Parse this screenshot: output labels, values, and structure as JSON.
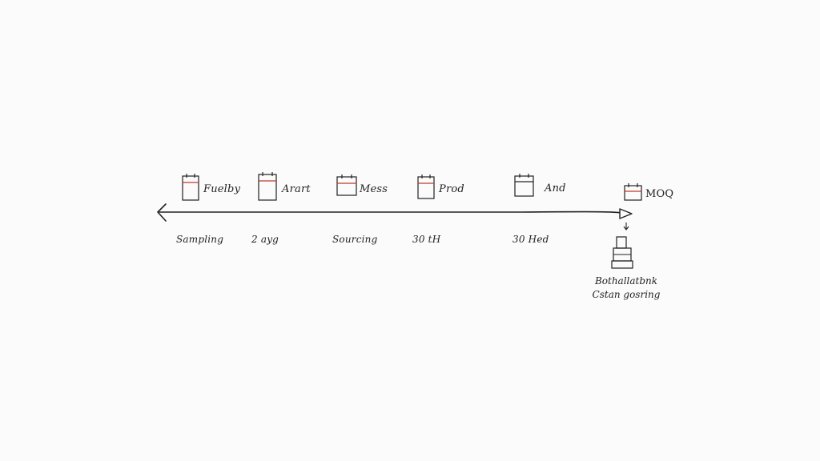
{
  "milestones": [
    {
      "top_label": "Fuelby",
      "bottom_label": "Sampling"
    },
    {
      "top_label": "Arart",
      "bottom_label": "2 ayg"
    },
    {
      "top_label": "Mess",
      "bottom_label": "Sourcing"
    },
    {
      "top_label": "Prod",
      "bottom_label": "30 tH"
    },
    {
      "top_label": "And",
      "bottom_label": "30 Hed"
    }
  ],
  "end": {
    "top_label": "MOQ",
    "caption_line1": "Bothallatbnk",
    "caption_line2": "Cstan gosring"
  },
  "colors": {
    "ink": "#222222",
    "accent": "#c0392b",
    "background": "#fbfbfb"
  },
  "icons": {
    "milestone": "calendar-icon",
    "end": "machine-icon"
  }
}
